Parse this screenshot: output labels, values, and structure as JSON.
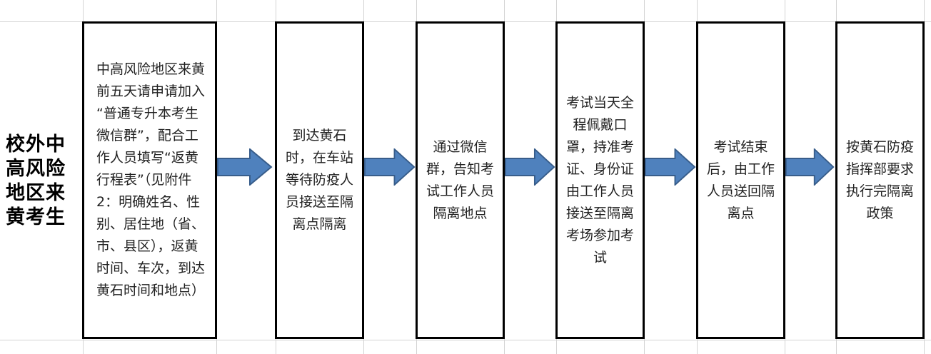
{
  "side_label": [
    "校外中",
    "高风险",
    "地区来",
    "黄考生"
  ],
  "steps": [
    {
      "text": "中高风险地区来黄\n前五天请申请加入\n“普通专升本考生\n微信群”，配合工\n作人员填写“返黄\n行程表”（见附件\n2：明确姓名、性\n别、居住地（省、\n市、县区），返黄\n时间、车次，到达\n黄石时间和地点）"
    },
    {
      "text": "到达黄石\n时，在车站\n等待防疫人\n员接送至隔\n离点隔离"
    },
    {
      "text": "通过微信\n群，告知考\n试工作人员\n隔离地点"
    },
    {
      "text": "考试当天全\n程佩戴口\n罩，持准考\n证、身份证\n由工作人员\n接送至隔离\n考场参加考\n试"
    },
    {
      "text": "考试结束\n后，由工作\n人员送回隔\n离点"
    },
    {
      "text": "按黄石防疫\n指挥部要求\n执行完隔离\n政策"
    }
  ],
  "colors": {
    "arrow_fill": "#4f81bd",
    "arrow_stroke": "#385d8a",
    "box_border": "#000000",
    "grid": "#d4d4d4"
  },
  "arrow_icon": "right-arrow-icon"
}
